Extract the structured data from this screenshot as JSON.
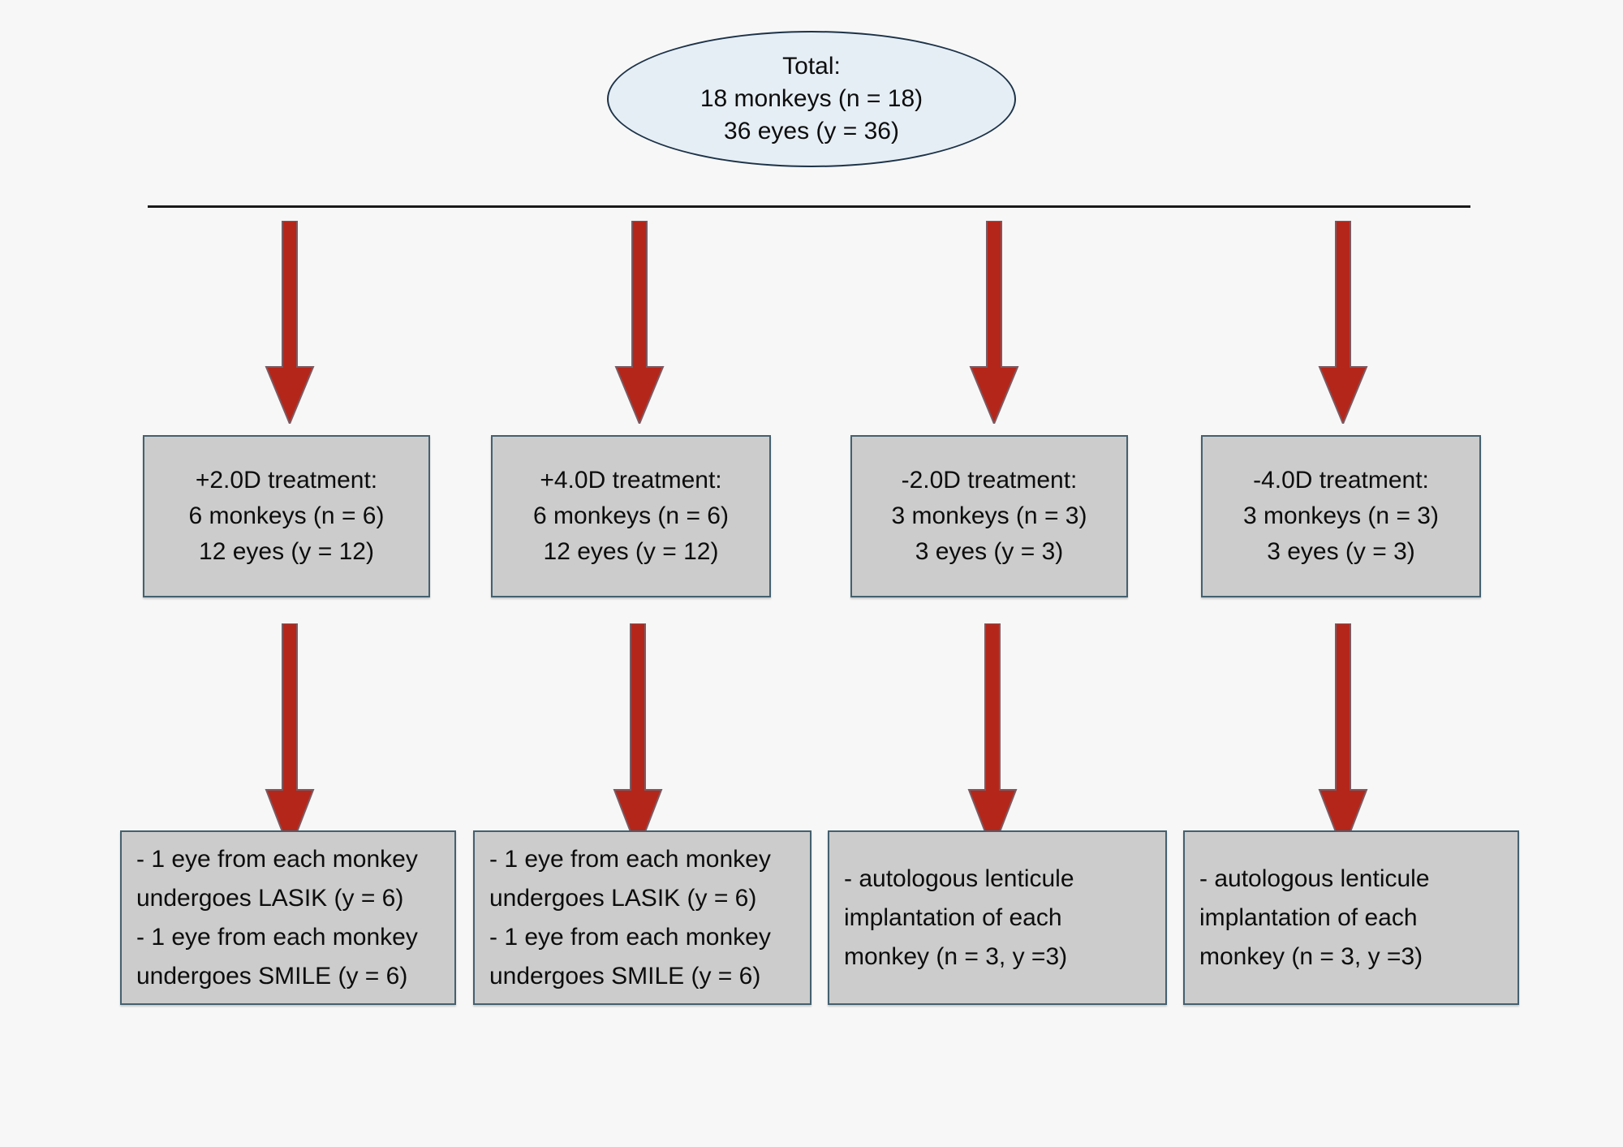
{
  "diagram": {
    "title": "Animal study design flowchart",
    "background_color": "#f7f7f7",
    "arrow_color": "#b5261a",
    "arrow_border_color": "#7b5a62",
    "box_fill_color": "#cccccc",
    "box_border_color": "#44606f",
    "ellipse_fill_color": "#e6eef5",
    "ellipse_border_color": "#1d3348",
    "connector_line_color": "#1a1a1a"
  },
  "root": {
    "lines": [
      "Total:",
      "18 monkeys (n = 18)",
      "36 eyes (y = 36)"
    ]
  },
  "treatment_groups": [
    {
      "lines": [
        "+2.0D treatment:",
        "6 monkeys (n = 6)",
        "12 eyes (y = 12)"
      ]
    },
    {
      "lines": [
        "+4.0D treatment:",
        "6 monkeys (n = 6)",
        "12 eyes (y = 12)"
      ]
    },
    {
      "lines": [
        "-2.0D treatment:",
        "3 monkeys (n = 3)",
        "3 eyes (y = 3)"
      ]
    },
    {
      "lines": [
        "-4.0D treatment:",
        "3 monkeys (n = 3)",
        "3 eyes (y = 3)"
      ]
    }
  ],
  "procedures": [
    {
      "lines": [
        "- 1 eye from each monkey",
        "undergoes LASIK (y = 6)",
        "- 1 eye from each monkey",
        "undergoes SMILE (y = 6)"
      ]
    },
    {
      "lines": [
        "- 1 eye from each monkey",
        "undergoes LASIK (y = 6)",
        "- 1 eye from each monkey",
        "undergoes SMILE (y = 6)"
      ]
    },
    {
      "lines": [
        "- autologous lenticule",
        "implantation of each",
        "monkey (n = 3, y =3)"
      ]
    },
    {
      "lines": [
        "- autologous lenticule",
        "implantation of each",
        "monkey (n = 3, y =3)"
      ]
    }
  ]
}
